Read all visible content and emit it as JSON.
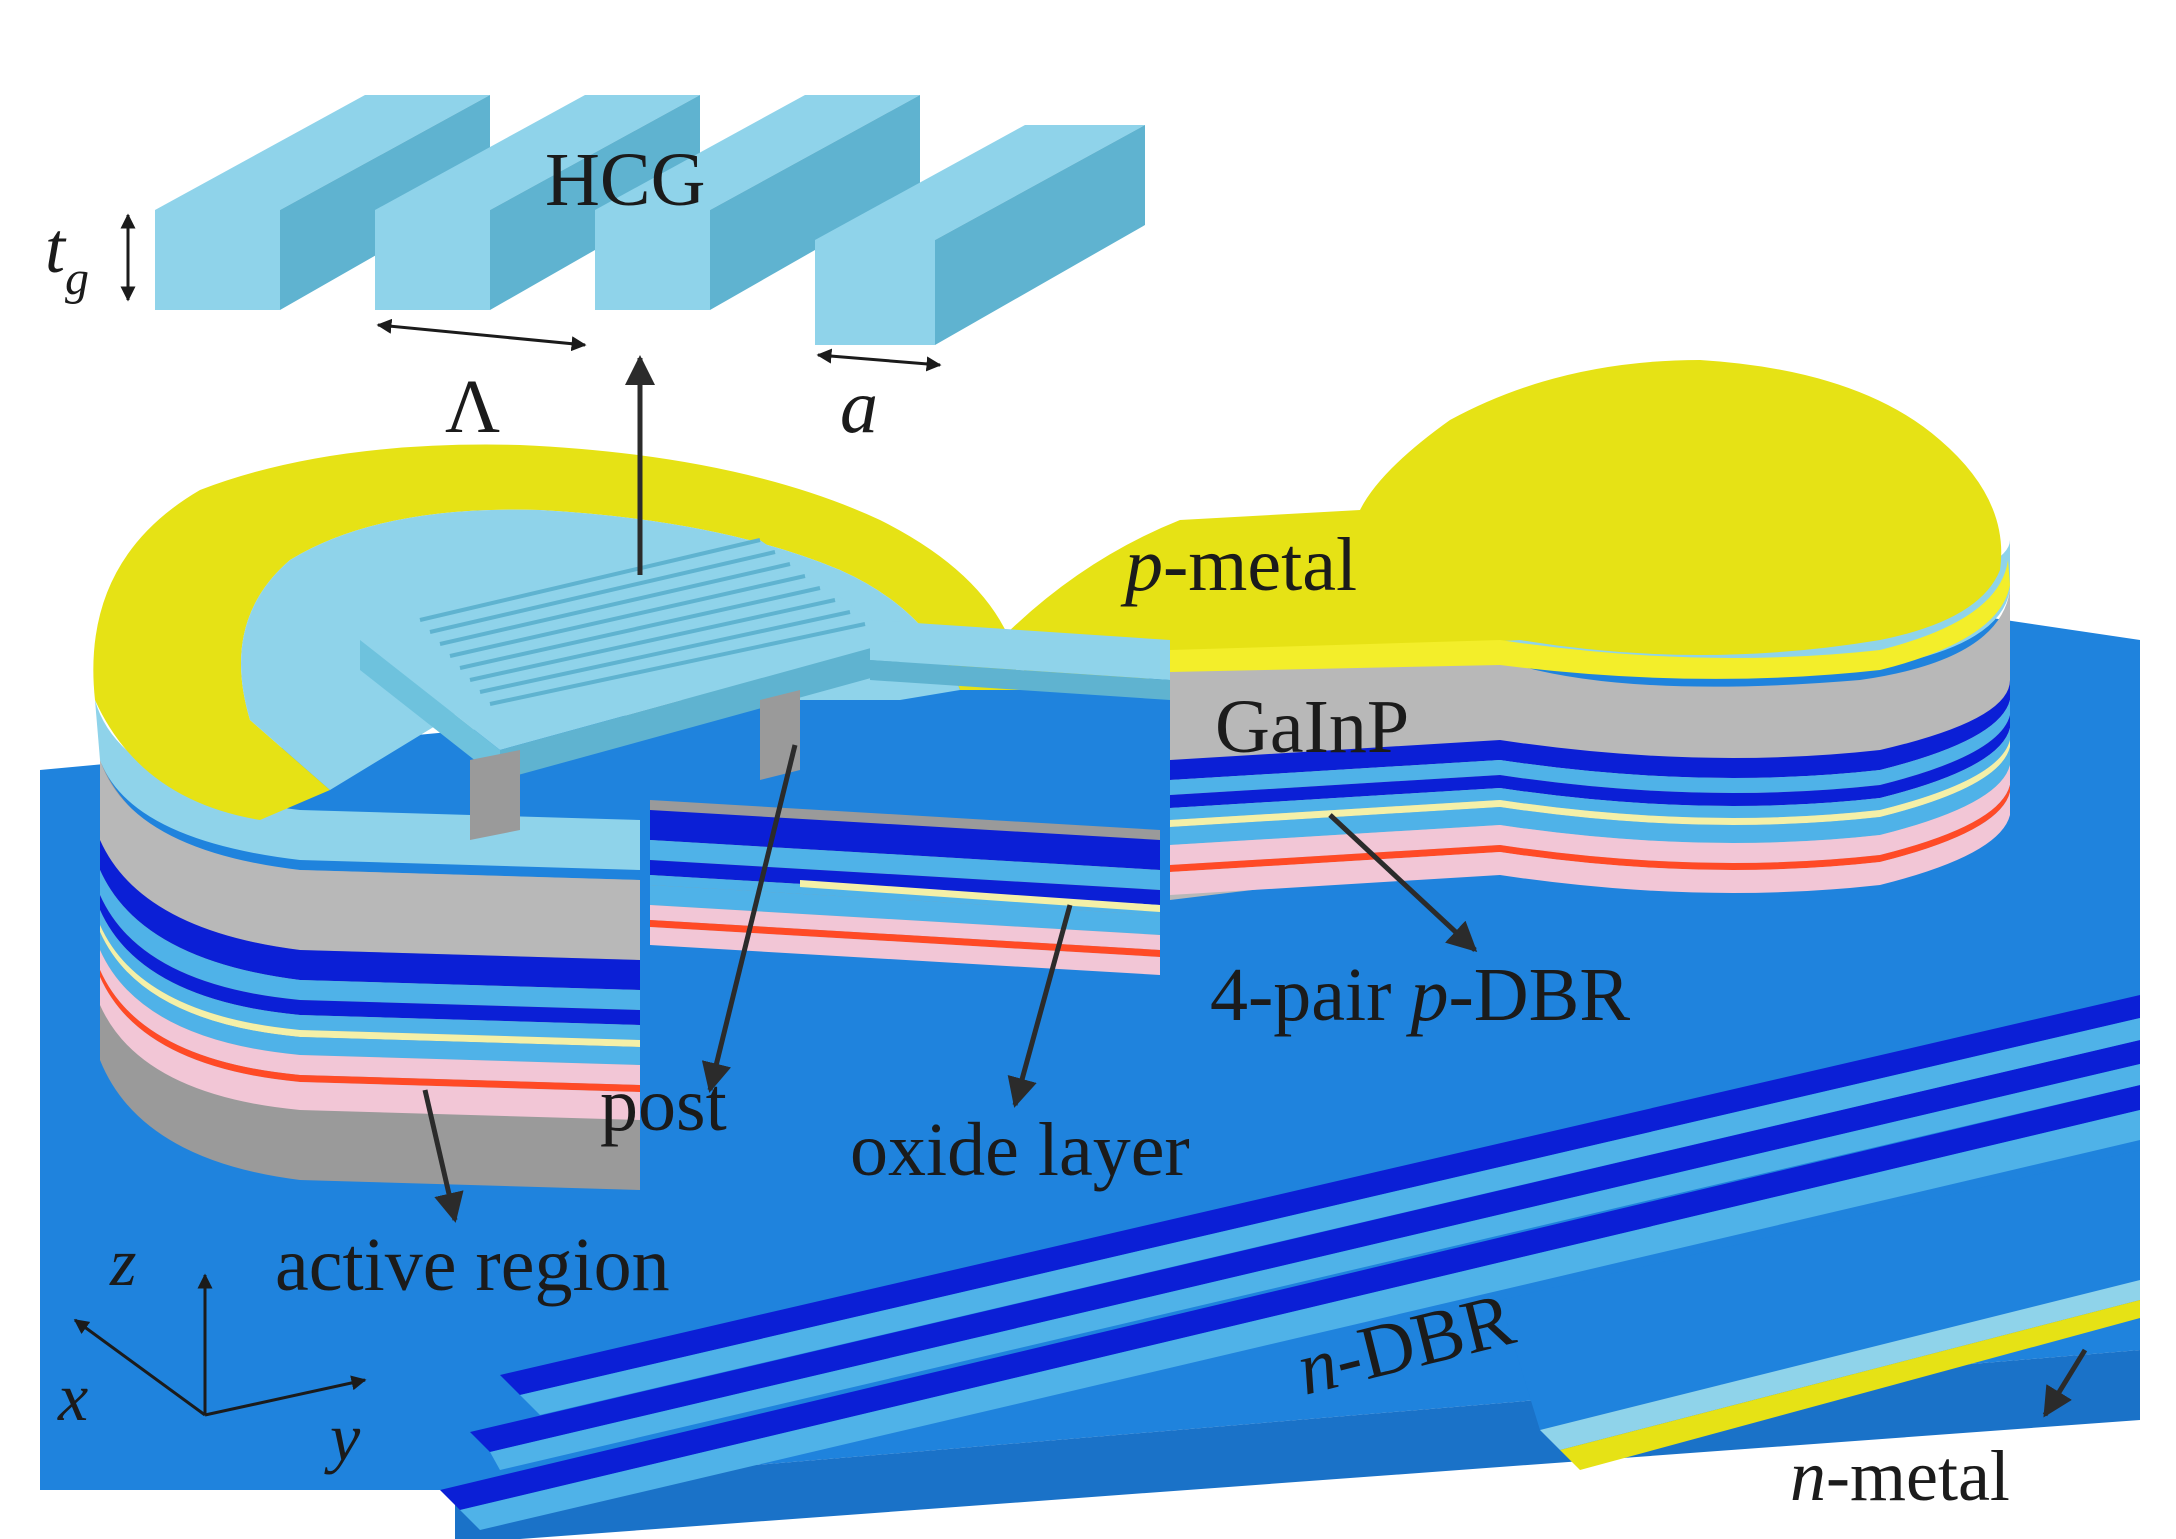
{
  "labels": {
    "hcg": "HCG",
    "tg_main": "t",
    "tg_sub": "g",
    "period": "Λ",
    "bar_width": "a",
    "p_metal_italic": "p",
    "p_metal_rest": "-metal",
    "gainp": "GaInP",
    "p_dbr_pre": "4-pair ",
    "p_dbr_italic": "p",
    "p_dbr_rest": "-DBR",
    "post": "post",
    "oxide": "oxide layer",
    "active": "active region",
    "n_dbr_italic": "n",
    "n_dbr_rest": "-DBR",
    "n_metal_italic": "n",
    "n_metal_rest": "-metal",
    "axis_z": "z",
    "axis_x": "x",
    "axis_y": "y"
  },
  "colors": {
    "hcg_top": "#8fd3ea",
    "hcg_side": "#5fb3d0",
    "metal": "#e6e215",
    "metal_edge": "#f3ee2a",
    "substrate": "#1f83dd",
    "dbr_dark": "#0b1fd6",
    "dbr_light": "#4fb2e8",
    "gainp": "#b8b8b8",
    "oxide_line": "#f4f0a8",
    "active_line": "#ff4a26",
    "pink": "#f2c6d6",
    "arrow": "#2b2b2b"
  }
}
